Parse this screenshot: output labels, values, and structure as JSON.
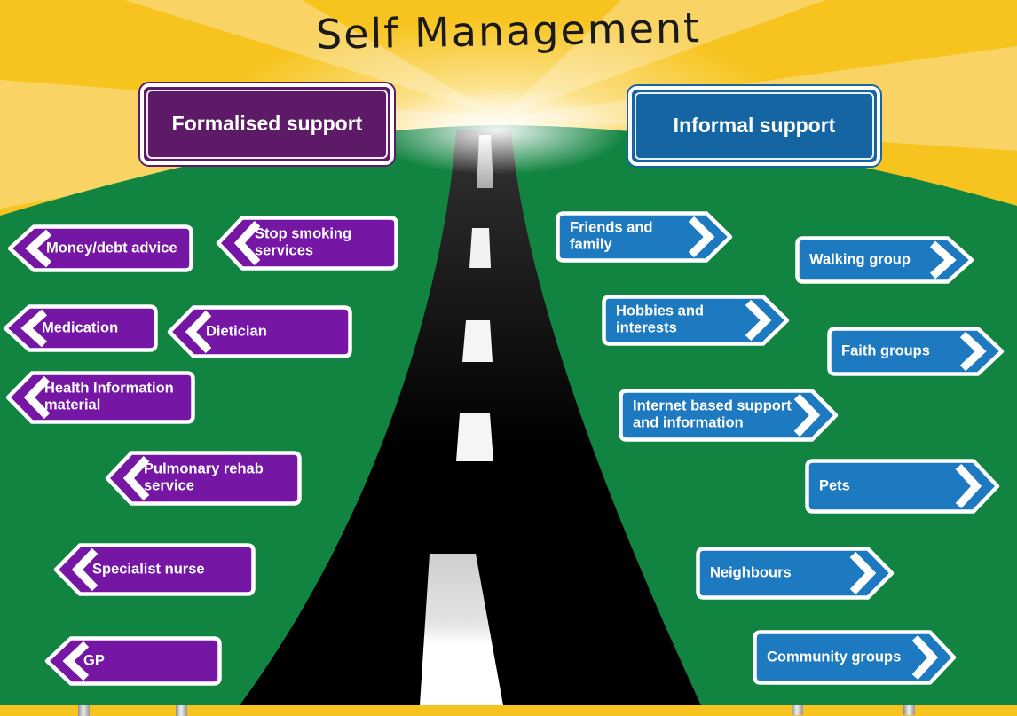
{
  "title": "Self Management",
  "colors": {
    "sky": "#F7C41F",
    "sun_ray": "#FBE29E",
    "grass": "#128441",
    "road_top": "#333333",
    "road_bottom": "#000000",
    "formal_header_bg": "#5D1A66",
    "formal_sign_bg": "#7516A4",
    "informal_header_bg": "#1565A3",
    "informal_sign_bg": "#1E7AC0",
    "sign_border": "#FFFFFF",
    "post_gray": "#EDEDED",
    "title_color": "#1A1A1A"
  },
  "headers": {
    "formal": {
      "label": "Formalised support"
    },
    "informal": {
      "label": "Informal support"
    }
  },
  "signs": {
    "left": [
      {
        "label": "Money/debt advice"
      },
      {
        "label": "Stop smoking services"
      },
      {
        "label": "Medication"
      },
      {
        "label": "Dietician"
      },
      {
        "label": "Health Information material"
      },
      {
        "label": "Pulmonary rehab service"
      },
      {
        "label": "Specialist nurse"
      },
      {
        "label": "GP"
      }
    ],
    "right": [
      {
        "label": "Friends and family"
      },
      {
        "label": "Walking group"
      },
      {
        "label": "Hobbies and interests"
      },
      {
        "label": "Faith groups"
      },
      {
        "label": "Internet based support and information"
      },
      {
        "label": "Pets"
      },
      {
        "label": "Neighbours"
      },
      {
        "label": "Community groups"
      }
    ]
  }
}
